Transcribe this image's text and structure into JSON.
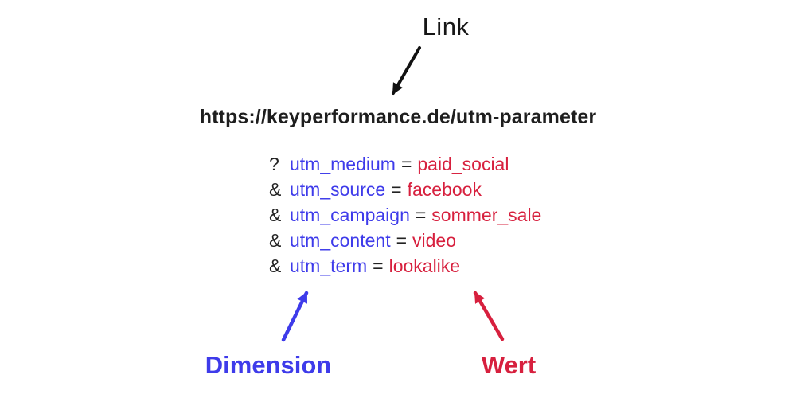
{
  "diagram": {
    "link_label": "Link",
    "url": "https://keyperformance.de/utm-parameter",
    "params": {
      "separator": "=",
      "rows": [
        {
          "prefix": "?",
          "name": "utm_medium",
          "value": "paid_social"
        },
        {
          "prefix": "&",
          "name": "utm_source",
          "value": "facebook"
        },
        {
          "prefix": "&",
          "name": "utm_campaign",
          "value": "sommer_sale"
        },
        {
          "prefix": "&",
          "name": "utm_content",
          "value": "video"
        },
        {
          "prefix": "&",
          "name": "utm_term",
          "value": "lookalike"
        }
      ]
    },
    "dimension_label": "Dimension",
    "wert_label": "Wert"
  },
  "colors": {
    "dimension_blue": "#3e3bea",
    "value_red": "#d7203e",
    "arrow_black": "#111111",
    "text_black": "#1e1e1e",
    "background": "#ffffff"
  }
}
